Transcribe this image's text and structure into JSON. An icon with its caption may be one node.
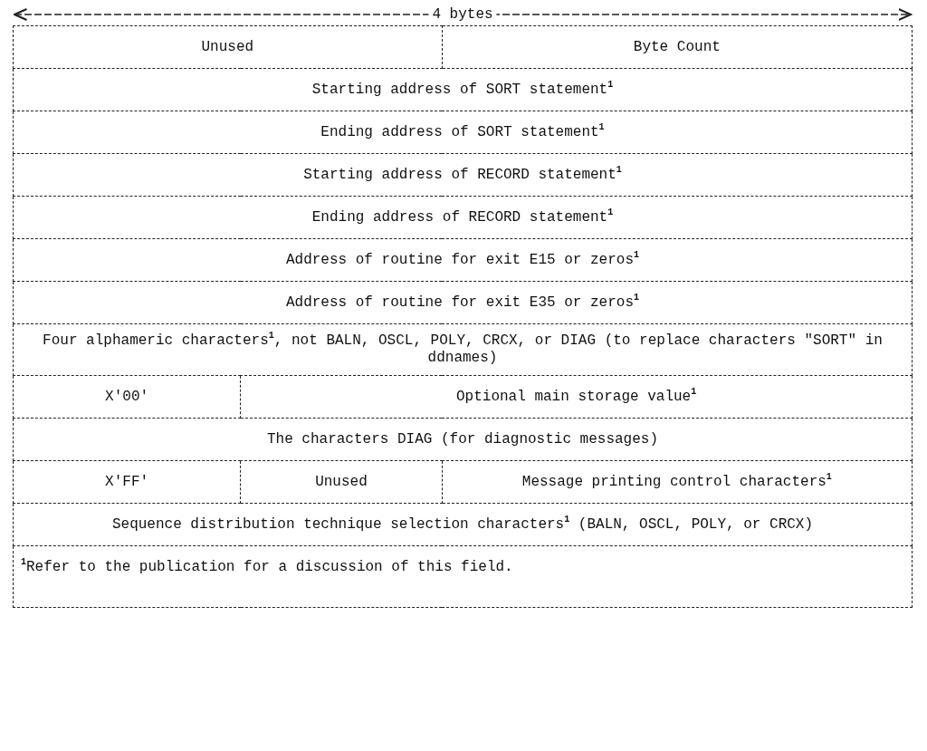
{
  "diagram": {
    "labels": [
      "4 bytes",
      "Unused",
      "Byte Count",
      "Starting address of SORT statement$^{1}$",
      "Ending address of SORT statement$^{1}$",
      "Starting address of RECORD statement$^{1}$",
      "Ending address of RECORD statement$^{1}$",
      "Address of routine for exit E15 or zeros$^{1}$",
      "Address of routine for exit E35 or zeros$^{1}$",
      "Four alphameric characters$^{1}$, not BALN, OSCL, POLY, CRCX, or DIAG (to replace characters \"SORT\" in ddnames)",
      "X'00'",
      "Optional main storage value$^{1}$",
      "The characters DIAG (for diagnostic messages)",
      "X'FF'",
      "Unused",
      "Message printing control characters$^{1}$",
      "Sequence distribution technique selection characters$^{1}$ (BALN, OSCL, POLY, or CRCX)",
      "$^{1}$Refer to the publication for a discussion of this field."
    ]
  }
}
